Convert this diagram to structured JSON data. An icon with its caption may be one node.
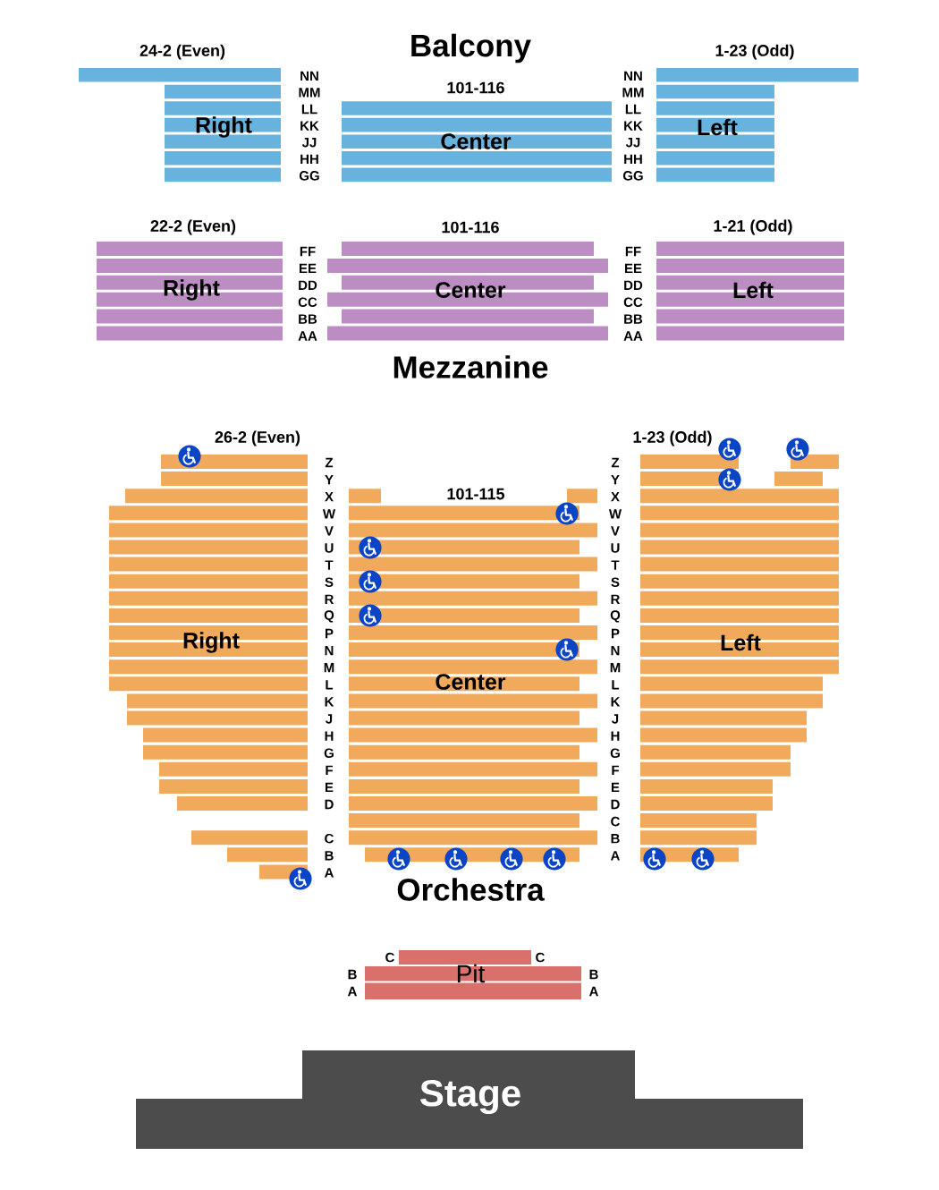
{
  "diagram": {
    "nodes": [
      {
        "text": [
          "24-2 (Even)",
          "Right"
        ]
      },
      {
        "text": [
          "101-116",
          "Center"
        ]
      },
      {
        "text": [
          "1-23 (Odd)",
          "Left"
        ]
      },
      {
        "text": [
          "22-2 (Even)",
          "Right"
        ]
      },
      {
        "text": [
          "101-116",
          "Center"
        ]
      },
      {
        "text": [
          "1-21 (Odd)",
          "Left"
        ]
      },
      {
        "text": [
          "26-2 (Even)",
          "Right"
        ]
      },
      {
        "text": [
          "101-115",
          "Center"
        ]
      },
      {
        "text": [
          "1-23 (Odd)",
          "Left"
        ]
      },
      {
        "text": [
          "Pit"
        ]
      },
      {
        "text": [
          "Stage"
        ]
      }
    ],
    "labels": [
      "Balcony",
      "NN",
      "NN",
      "MM",
      "MM",
      "LL",
      "LL",
      "KK",
      "KK",
      "JJ",
      "JJ",
      "HH",
      "HH",
      "GG",
      "GG",
      "FF",
      "FF",
      "EE",
      "EE",
      "DD",
      "DD",
      "CC",
      "CC",
      "BB",
      "BB",
      "AA",
      "AA",
      "Mezzanine",
      "Z",
      "Z",
      "Y",
      "Y",
      "X",
      "X",
      "W",
      "W",
      "V",
      "V",
      "U",
      "U",
      "T",
      "T",
      "S",
      "S",
      "R",
      "R",
      "Q",
      "Q",
      "P",
      "P",
      "N",
      "N",
      "M",
      "M",
      "L",
      "L",
      "K",
      "K",
      "J",
      "J",
      "H",
      "H",
      "G",
      "G",
      "F",
      "F",
      "E",
      "E",
      "D",
      "D",
      "C",
      "C",
      "B",
      "B",
      "A",
      "A",
      "Orchestra",
      "C",
      "C",
      "B",
      "B",
      "A",
      "A"
    ]
  }
}
